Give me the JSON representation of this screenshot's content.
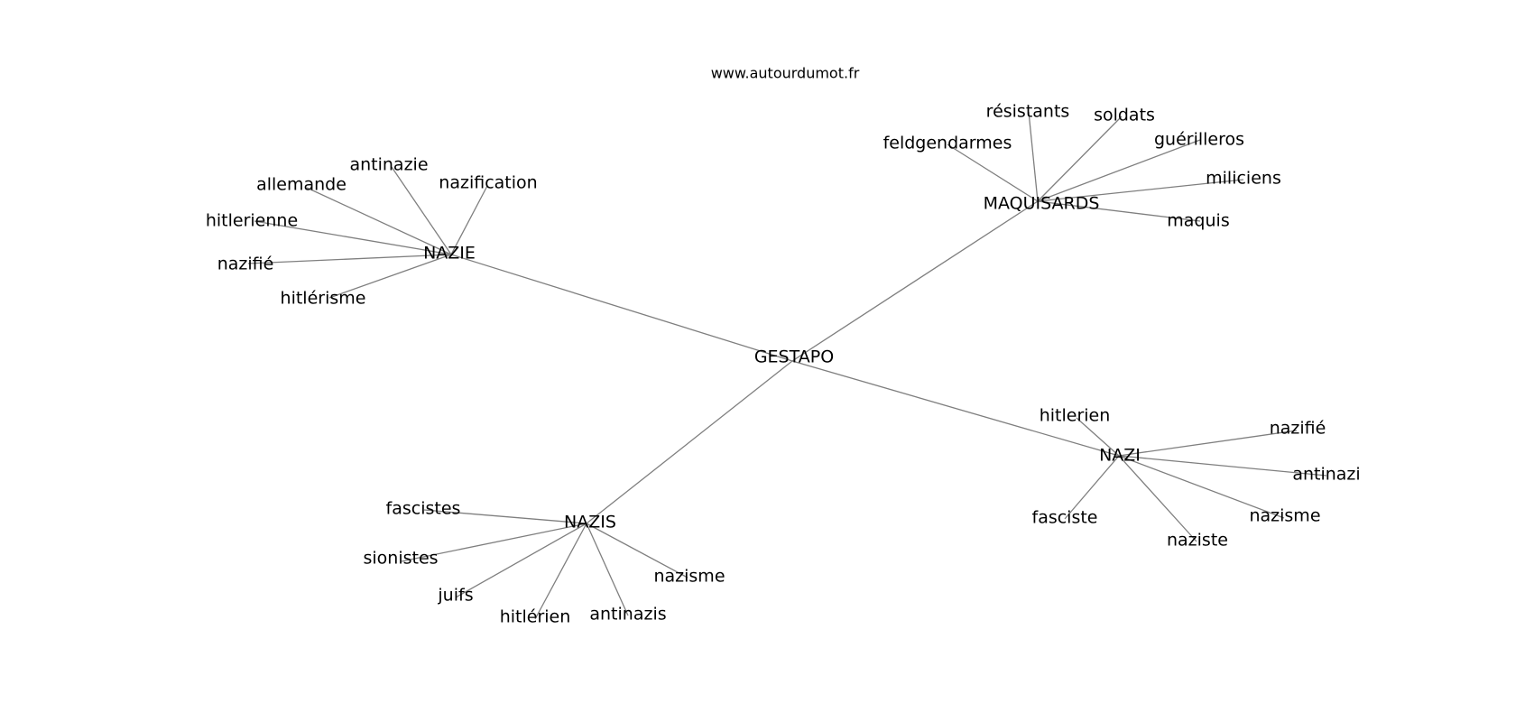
{
  "source": "www.autourdumot.fr",
  "center": "GESTAPO",
  "hubs": [
    {
      "label": "NAZIE",
      "leaves": [
        "nazification",
        "antinazie",
        "allemande",
        "hitlerienne",
        "nazifié",
        "hitlérisme"
      ]
    },
    {
      "label": "MAQUISARDS",
      "leaves": [
        "résistants",
        "soldats",
        "feldgendarmes",
        "guérilleros",
        "miliciens",
        "maquis"
      ]
    },
    {
      "label": "NAZIS",
      "leaves": [
        "fascistes",
        "sionistes",
        "juifs",
        "hitlérien",
        "antinazis",
        "nazisme"
      ]
    },
    {
      "label": "NAZI",
      "leaves": [
        "hitlerien",
        "nazifié",
        "antinazi",
        "nazisme",
        "naziste",
        "fasciste"
      ]
    }
  ]
}
